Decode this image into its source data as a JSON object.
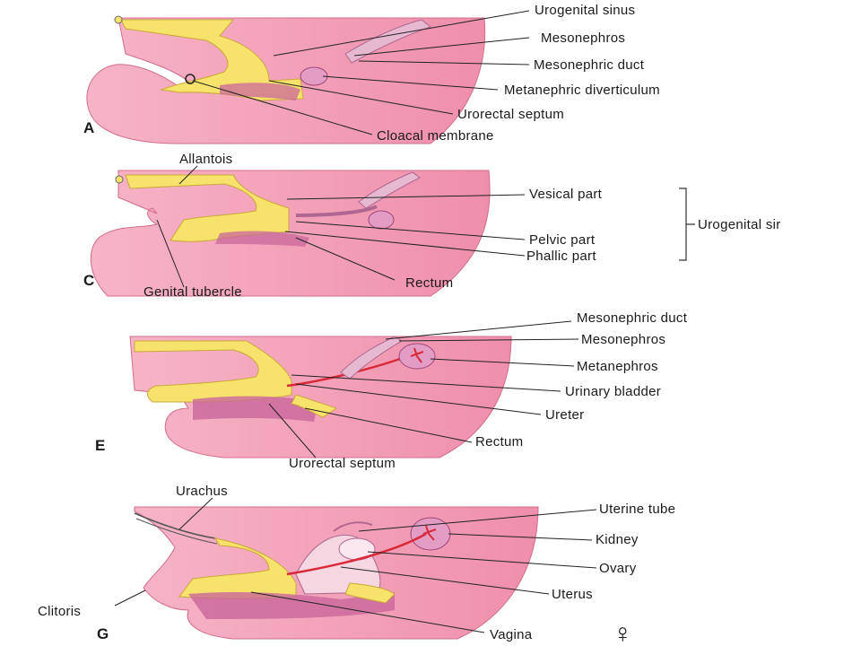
{
  "panels": [
    {
      "letter": "A",
      "labels": [
        "Urogenital sinus",
        "Mesonephros",
        "Mesonephric duct",
        "Metanephric diverticulum",
        "Urorectal septum",
        "Cloacal membrane"
      ]
    },
    {
      "letter": "C",
      "labels": [
        "Allantois",
        "Vesical part",
        "Pelvic part",
        "Phallic part",
        "Rectum",
        "Genital tubercle"
      ],
      "bracket_label": "Urogenital sir"
    },
    {
      "letter": "E",
      "labels": [
        "Mesonephric duct",
        "Mesonephros",
        "Metanephros",
        "Urinary bladder",
        "Ureter",
        "Rectum",
        "Urorectal septum"
      ]
    },
    {
      "letter": "G",
      "labels": [
        "Urachus",
        "Uterine tube",
        "Kidney",
        "Ovary",
        "Uterus",
        "Clitoris",
        "Vagina"
      ],
      "symbol": "♀"
    }
  ],
  "colors": {
    "tissue": "#f4a3b8",
    "tissue_dark": "#e27d9b",
    "yellow": "#f7e36b",
    "purple": "#c9679b",
    "red_vessel": "#d92a3a"
  }
}
